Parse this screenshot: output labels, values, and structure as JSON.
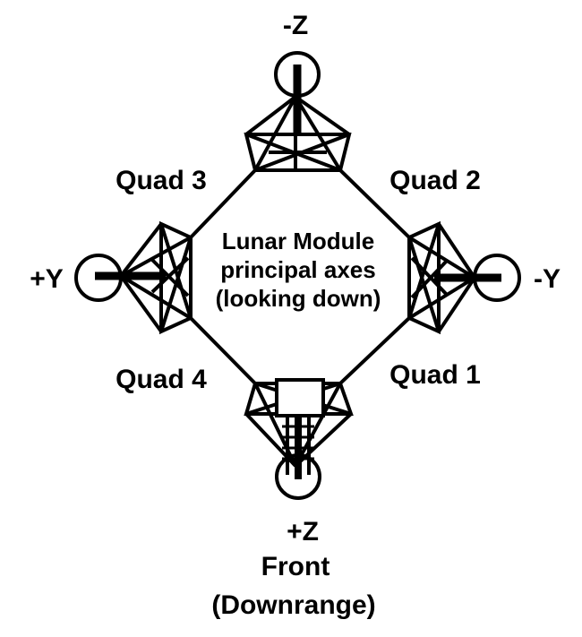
{
  "diagram": {
    "axes": {
      "minus_z": "-Z",
      "plus_z": "+Z",
      "plus_y": "+Y",
      "minus_y": "-Y"
    },
    "quads": {
      "q1": "Quad 1",
      "q2": "Quad 2",
      "q3": "Quad 3",
      "q4": "Quad 4"
    },
    "center_text": [
      "Lunar Module",
      "principal axes",
      "(looking down)"
    ],
    "front_label": "Front",
    "downrange_label": "(Downrange)"
  }
}
